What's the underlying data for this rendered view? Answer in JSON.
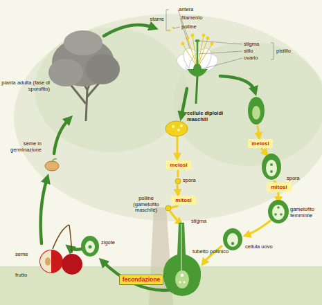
{
  "diagram": {
    "nodes": [
      {
        "text": [
          "meiosi"
        ]
      },
      {
        "text": [
          "meiosi"
        ]
      },
      {
        "text": [
          "mitosi"
        ]
      },
      {
        "text": [
          "mitosi"
        ]
      },
      {
        "text": [
          "fecondazione"
        ]
      }
    ],
    "labels": [
      "antera",
      "filamento",
      "polline",
      "stame",
      "stigma",
      "stilo",
      "ovario",
      "pistillo",
      "pianta adulta (fase di sporofito)",
      "cellule diploidi maschili",
      "spora",
      "polline (gametofito maschile)",
      "stigma",
      "tubetto pollinico",
      "spora",
      "gametofito femminile",
      "cellula uovo",
      "zigote",
      "seme in germinazione",
      "seme",
      "frutto"
    ]
  }
}
